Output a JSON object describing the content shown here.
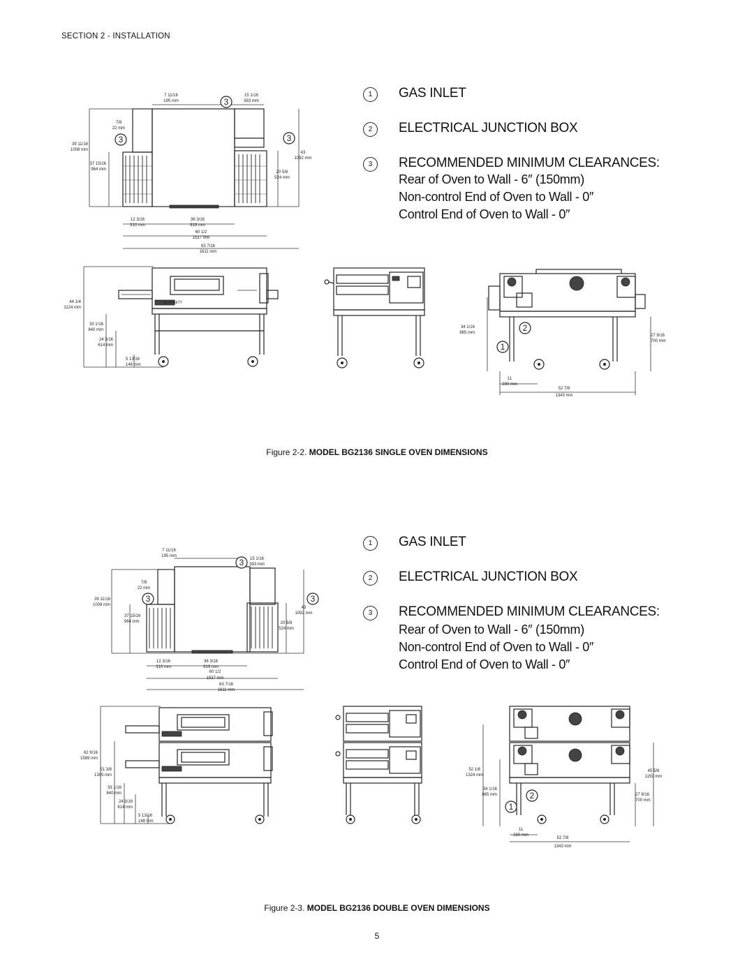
{
  "header": {
    "section": "SECTION 2 - INSTALLATION"
  },
  "legend": {
    "items": [
      {
        "num": "1",
        "label": "GAS INLET"
      },
      {
        "num": "2",
        "label": "ELECTRICAL JUNCTION BOX"
      },
      {
        "num": "3",
        "label": "RECOMMENDED MINIMUM CLEARANCES:"
      }
    ],
    "clearances": [
      "Rear of Oven to Wall - 6″ (150mm)",
      "Non-control End of Oven to Wall - 0″",
      "Control End of Oven to Wall - 0″"
    ]
  },
  "figure1": {
    "caption_prefix": "Figure 2-2.",
    "caption_title": "MODEL BG2136 SINGLE OVEN DIMENSIONS",
    "top_dims": {
      "d1_in": "7 11/16",
      "d1_mm": "195 mm",
      "d2_in": "15 1/16",
      "d2_mm": "383 mm",
      "d3_in": "7/8",
      "d3_mm": "22 mm",
      "d4_in": "39 11/16",
      "d4_mm": "1008 mm",
      "d5_in": "37 15/16",
      "d5_mm": "964 mm",
      "d6_in": "43",
      "d6_mm": "1092 mm",
      "d7_in": "20 5/8",
      "d7_mm": "524 mm",
      "d8_in": "12 3/16",
      "d8_mm": "310 mm",
      "d9_in": "36 3/16",
      "d9_mm": "919 mm",
      "d10_in": "60 1/2",
      "d10_mm": "1537 mm",
      "d11_in": "63 7/16",
      "d11_mm": "1611 mm"
    },
    "front_dims": {
      "h1_in": "44 1/4",
      "h1_mm": "1124 mm",
      "h2_in": "33 1/16",
      "h2_mm": "840 mm",
      "h3_in": "24 3/16",
      "h3_mm": "614 mm",
      "h4_in": "5 13/16",
      "h4_mm": "148 mm"
    },
    "rear_dims": {
      "r1_in": "34 1/16",
      "r1_mm": "865 mm",
      "r2_in": "27 9/16",
      "r2_mm": "700 mm",
      "r3_in": "11",
      "r3_mm": "280 mm",
      "r4_in": "52 7/8",
      "r4_mm": "1343 mm"
    },
    "brand": "BLODGETT"
  },
  "figure2": {
    "caption_prefix": "Figure 2-3.",
    "caption_title": "MODEL BG2136 DOUBLE OVEN DIMENSIONS",
    "front_dims": {
      "h0_in": "62 9/16",
      "h0_mm": "1589 mm",
      "h1_in": "51 3/8",
      "h1_mm": "1305 mm",
      "h2_in": "33 1/16",
      "h2_mm": "840 mm",
      "h3_in": "24 3/16",
      "h3_mm": "614 mm",
      "h4_in": "5 13/16",
      "h4_mm": "148 mm"
    },
    "rear_dims": {
      "r0_in": "52 1/8",
      "r0_mm": "1324 mm",
      "r5_in": "45 5/8",
      "r5_mm": "1159 mm",
      "r1_in": "34 1/16",
      "r1_mm": "865 mm",
      "r2_in": "27 9/16",
      "r2_mm": "700 mm",
      "r3_in": "11",
      "r3_mm": "280 mm",
      "r4_in": "52 7/8",
      "r4_mm": "1343 mm"
    }
  },
  "page_number": "5"
}
